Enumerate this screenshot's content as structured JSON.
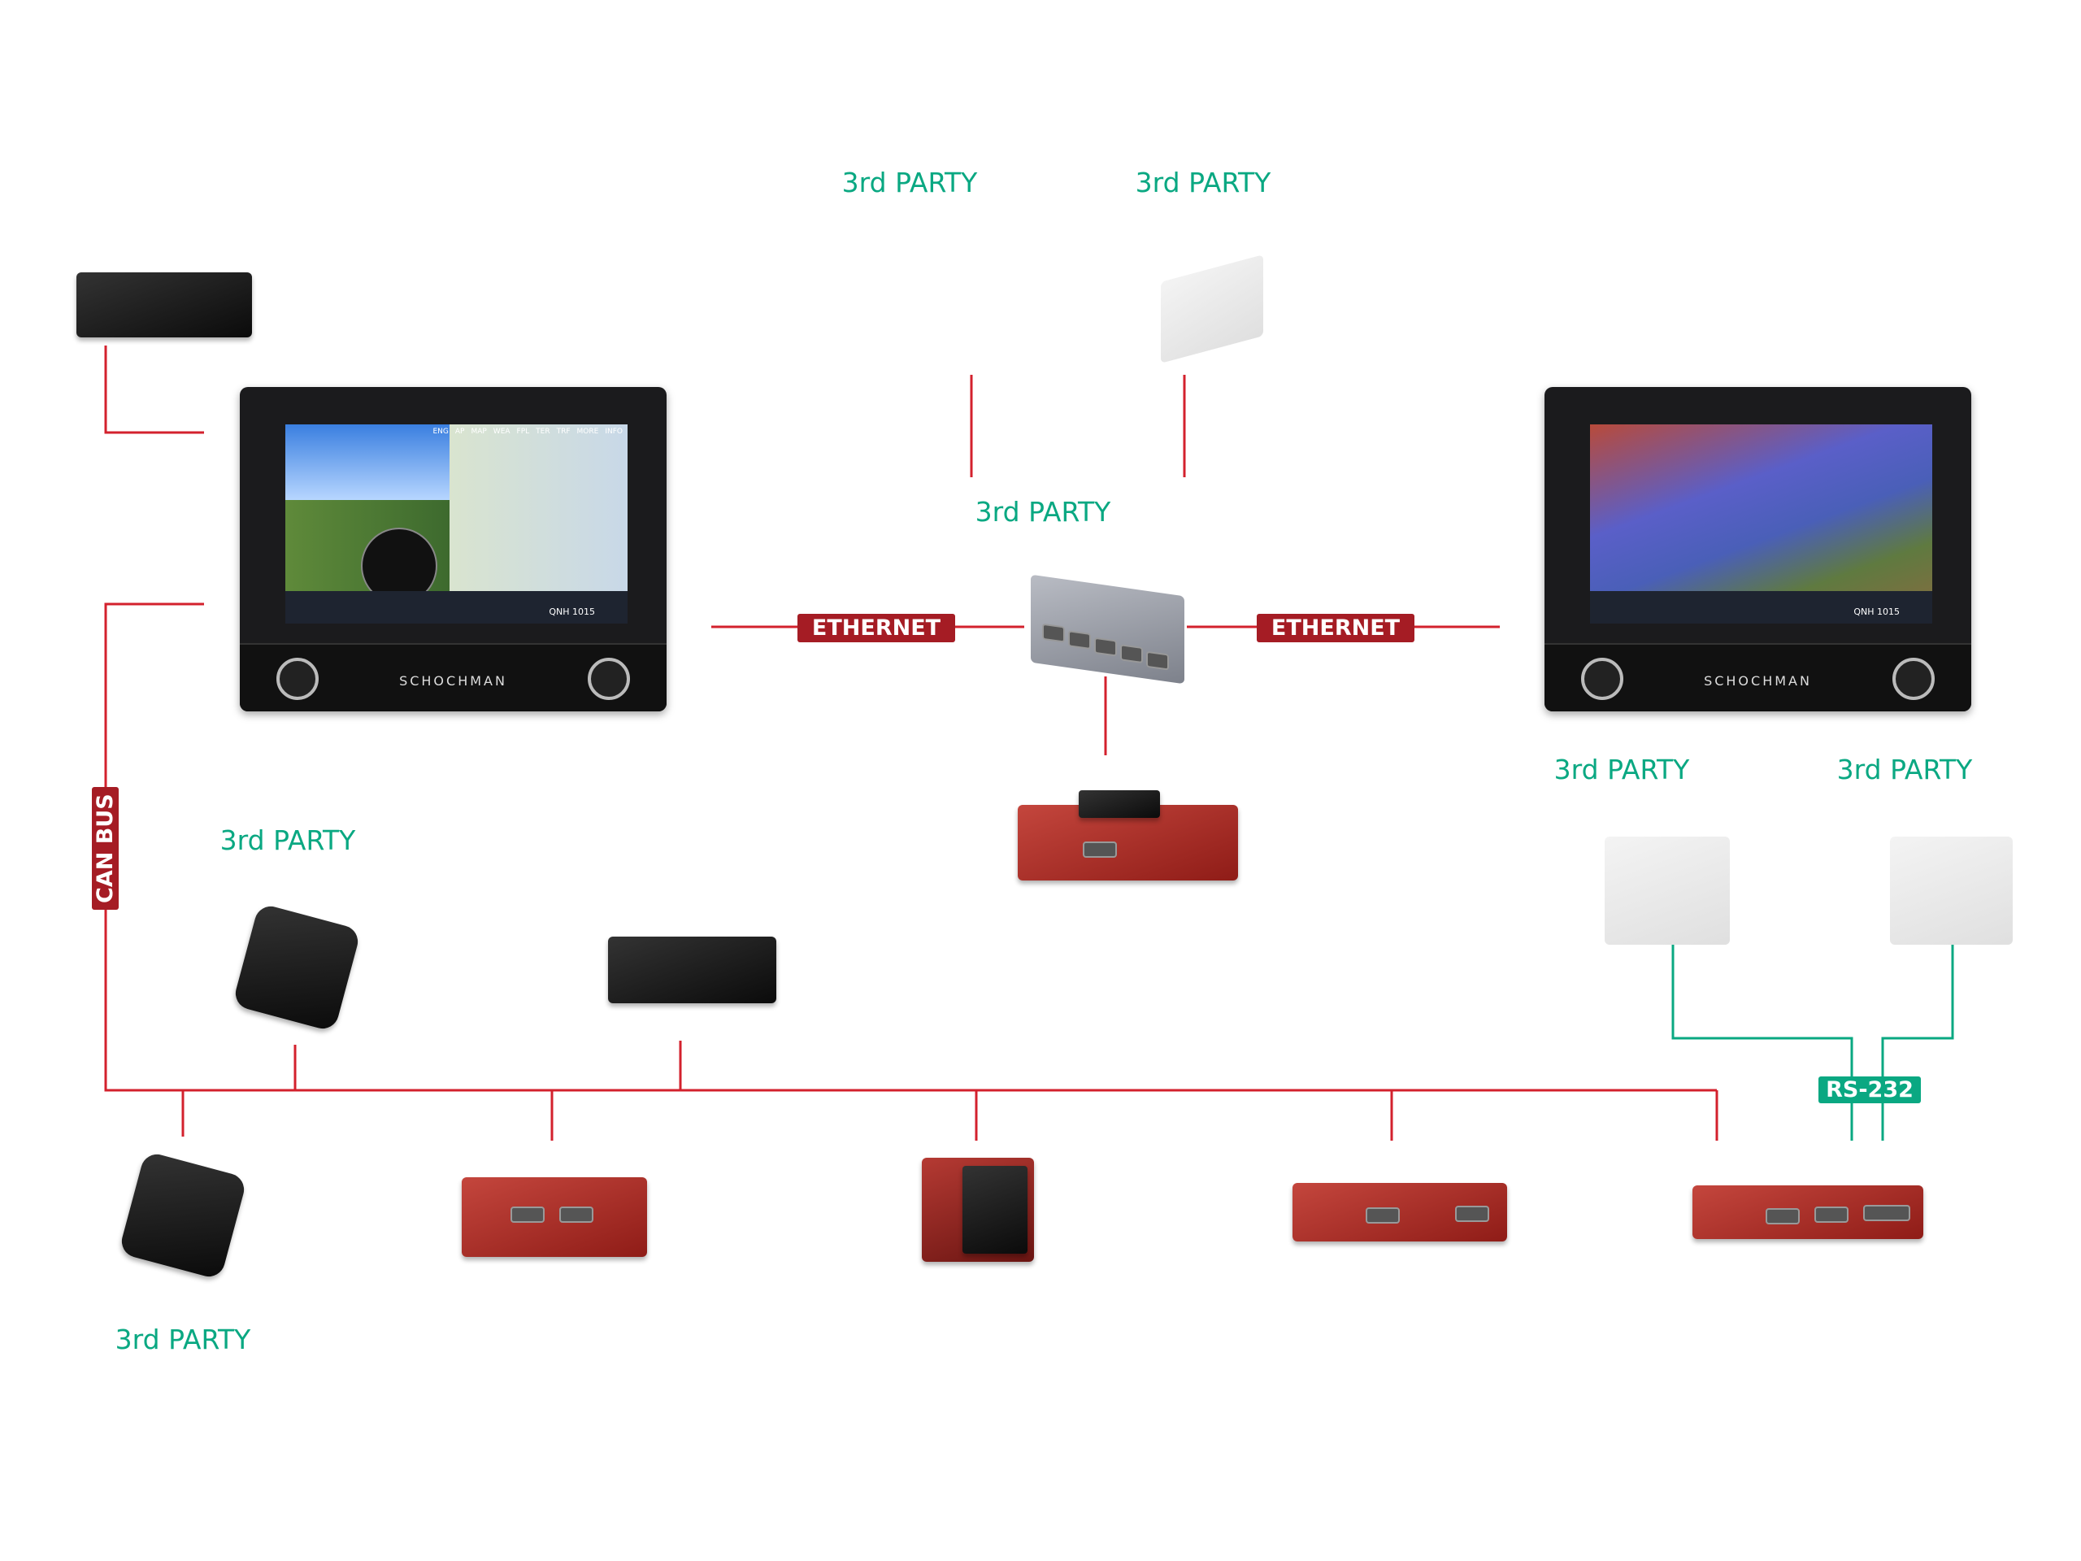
{
  "labels": {
    "third_party": "3rd PARTY",
    "ethernet": "ETHERNET",
    "can_bus": "CAN BUS",
    "rs232": "RS-232"
  },
  "displays": {
    "brand": "SCHOCHMAN",
    "left_menu": [
      "ENG",
      "AP",
      "MAP",
      "WEA",
      "FPL",
      "TER",
      "TRF",
      "MORE",
      "INFO"
    ],
    "qnh_label": "QNH",
    "qnh_value": "1015"
  },
  "colors": {
    "wire_red": "#d3212d",
    "tag_red": "#a51c24",
    "wire_green": "#0aa882",
    "text_green": "#0aa882"
  }
}
